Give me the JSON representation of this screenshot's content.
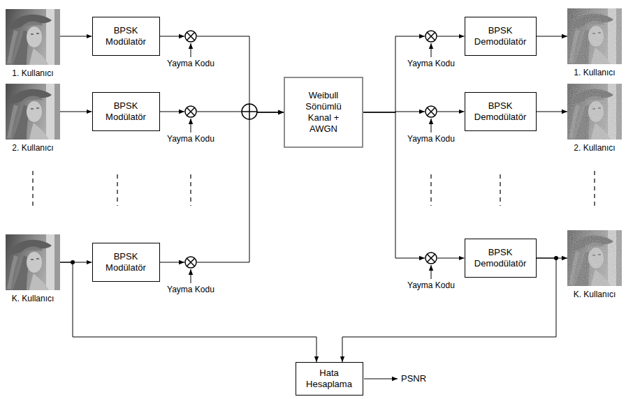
{
  "diagram": {
    "nodes": [
      {
        "text": [
          "1. Kullanıcı"
        ]
      },
      {
        "text": [
          "BPSK Modülatör"
        ]
      },
      {
        "text": [
          "Yayma Kodu"
        ]
      },
      {
        "text": [
          "2. Kullanıcı"
        ]
      },
      {
        "text": [
          "BPSK Modülatör"
        ]
      },
      {
        "text": [
          "Yayma Kodu"
        ]
      },
      {
        "text": [
          "K. Kullanıcı"
        ]
      },
      {
        "text": [
          "BPSK Modülatör"
        ]
      },
      {
        "text": [
          "Yayma Kodu"
        ]
      },
      {
        "text": [
          "Weibull Sönümlü Kanal + AWGN"
        ]
      },
      {
        "text": [
          "Yayma Kodu"
        ]
      },
      {
        "text": [
          "BPSK Demodülatör"
        ]
      },
      {
        "text": [
          "1. Kullanıcı"
        ]
      },
      {
        "text": [
          "Yayma Kodu"
        ]
      },
      {
        "text": [
          "BPSK Demodülatör"
        ]
      },
      {
        "text": [
          "2. Kullanıcı"
        ]
      },
      {
        "text": [
          "Yayma Kodu"
        ]
      },
      {
        "text": [
          "BPSK Demodülatör"
        ]
      },
      {
        "text": [
          "K. Kullanıcı"
        ]
      },
      {
        "text": [
          "Hata Hesaplama"
        ]
      }
    ],
    "edges": [
      {
        "from": 0,
        "to": 1,
        "arrow": "to"
      },
      {
        "from": 1,
        "to": 2,
        "arrow": "to"
      },
      {
        "from": 3,
        "to": 4,
        "arrow": "to"
      },
      {
        "from": 4,
        "to": 5,
        "arrow": "to"
      },
      {
        "from": 6,
        "to": 7,
        "arrow": "to"
      },
      {
        "from": 7,
        "to": 8,
        "arrow": "to"
      },
      {
        "from": 2,
        "to": 9,
        "arrow": "to"
      },
      {
        "from": 5,
        "to": 9,
        "arrow": "to"
      },
      {
        "from": 8,
        "to": 9,
        "arrow": "to"
      },
      {
        "from": 9,
        "to": 10,
        "arrow": "to"
      },
      {
        "from": 9,
        "to": 13,
        "arrow": "to"
      },
      {
        "from": 9,
        "to": 16,
        "arrow": "to"
      },
      {
        "from": 10,
        "to": 11,
        "arrow": "to"
      },
      {
        "from": 11,
        "to": 12,
        "arrow": "to"
      },
      {
        "from": 13,
        "to": 14,
        "arrow": "to"
      },
      {
        "from": 14,
        "to": 15,
        "arrow": "to"
      },
      {
        "from": 16,
        "to": 17,
        "arrow": "to"
      },
      {
        "from": 17,
        "to": 18,
        "arrow": "to"
      },
      {
        "from": 6,
        "to": 19,
        "arrow": "to"
      },
      {
        "from": 17,
        "to": 19,
        "arrow": "to"
      }
    ],
    "labels": [
      "PSNR"
    ]
  }
}
